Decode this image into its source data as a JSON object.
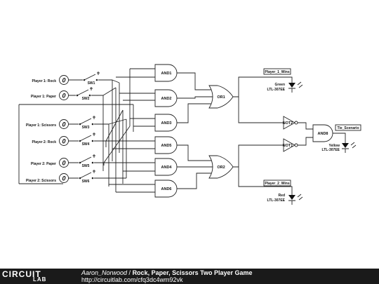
{
  "inputs": [
    {
      "label": "Player 1: Rock",
      "value": "0"
    },
    {
      "label": "Player 1: Paper",
      "value": "0"
    },
    {
      "label": "Player 1: Scissors",
      "value": "0"
    },
    {
      "label": "Player 2: Rock",
      "value": "0"
    },
    {
      "label": "Player 2: Paper",
      "value": "0"
    },
    {
      "label": "Player 2: Scissors",
      "value": "0"
    }
  ],
  "switches": [
    "SW1",
    "SW2",
    "SW3",
    "SW4",
    "SW5",
    "SW6"
  ],
  "and_gates": [
    "AND1",
    "AND2",
    "AND3",
    "AND5",
    "AND4",
    "AND6"
  ],
  "or_gates": [
    "OR1",
    "OR2"
  ],
  "not_gates": [
    "NOT2",
    "NOT1"
  ],
  "and8": "AND8",
  "outputs": [
    {
      "tag": "Player_1_Wins",
      "color": "Green",
      "part": "LTL-307EE"
    },
    {
      "tag": "Player_2_Wins",
      "color": "Red",
      "part": "LTL-307EE"
    },
    {
      "tag": "Tie_Scenario",
      "color": "Yellow",
      "part": "LTL-307EE"
    }
  ],
  "footer": {
    "logo_top": "CIRCUIT",
    "logo_bottom": "LAB",
    "author": "Aaron_Norwood",
    "separator": " / ",
    "title": "Rock, Paper, Scissors Two Player Game",
    "url": "http://circuitlab.com/cfq3dc4wm92vk"
  }
}
